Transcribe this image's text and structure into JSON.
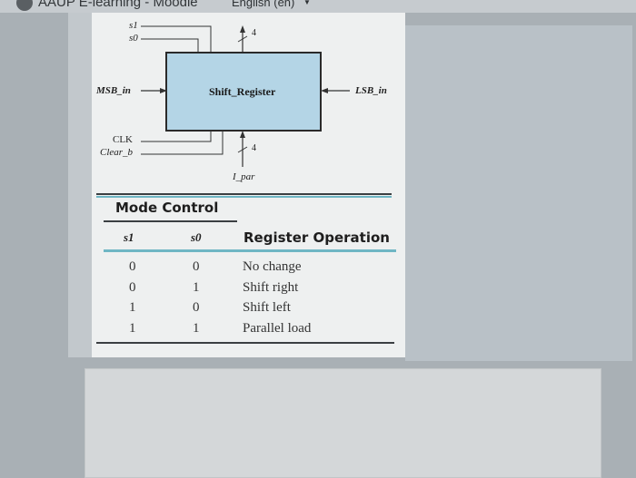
{
  "header": {
    "site_title": "AAUP E-learning - Moodle",
    "language": "English (en)",
    "language_caret": "▼"
  },
  "diagram": {
    "register_name": "Shift_Register",
    "inputs": {
      "s1": "s1",
      "s0": "s0",
      "msb_in": "MSB_in",
      "lsb_in": "LSB_in",
      "clk": "CLK",
      "clear": "Clear_b",
      "i_par": "I_par"
    },
    "bus_width_top": "4",
    "bus_width_bottom": "4"
  },
  "mode_control": {
    "title": "Mode Control",
    "headers": {
      "s1": "s1",
      "s0": "s0",
      "operation": "Register Operation"
    },
    "rows": [
      {
        "s1": "0",
        "s0": "0",
        "operation": "No change"
      },
      {
        "s1": "0",
        "s0": "1",
        "operation": "Shift right"
      },
      {
        "s1": "1",
        "s0": "0",
        "operation": "Shift left"
      },
      {
        "s1": "1",
        "s0": "1",
        "operation": "Parallel load"
      }
    ]
  },
  "colors": {
    "register_fill": "#b4d5e6",
    "register_border": "#2a2a2a",
    "accent_line": "#6fb6c4"
  }
}
